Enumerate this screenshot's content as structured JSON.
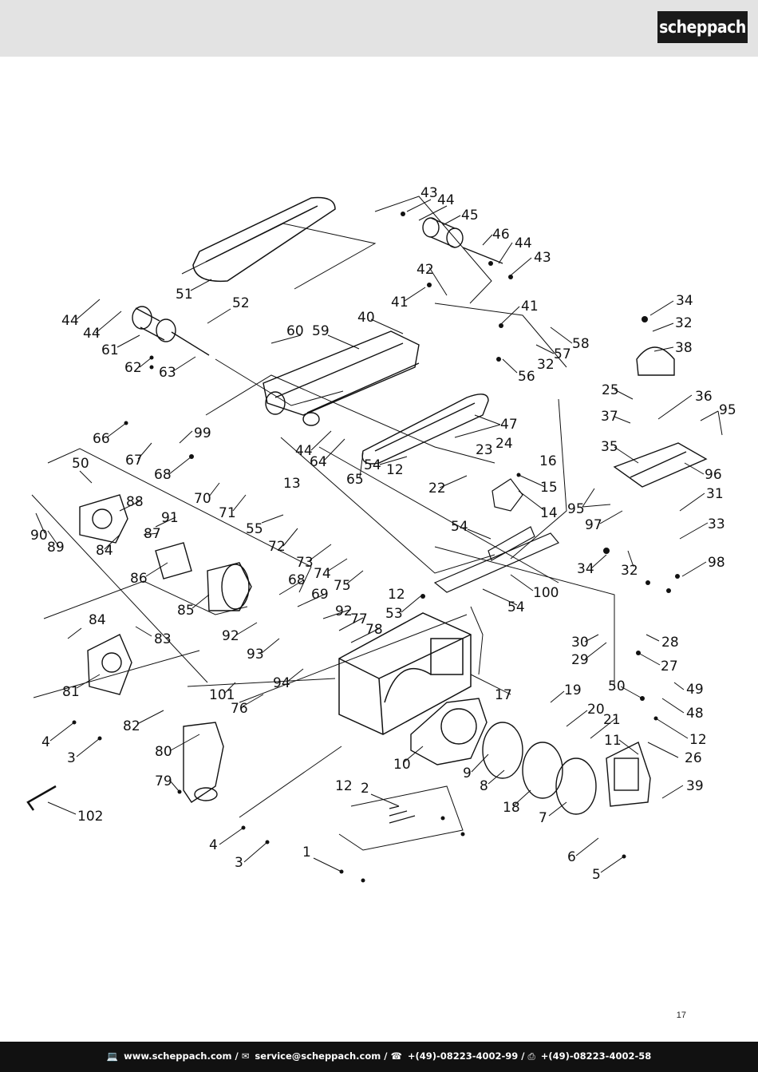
{
  "header": {
    "brand": "scheppach"
  },
  "diagram": {
    "callouts": [
      "1",
      "2",
      "3",
      "3",
      "4",
      "4",
      "5",
      "6",
      "7",
      "8",
      "9",
      "10",
      "11",
      "12",
      "12",
      "12",
      "12",
      "13",
      "14",
      "15",
      "16",
      "17",
      "18",
      "19",
      "20",
      "21",
      "22",
      "23",
      "24",
      "25",
      "26",
      "27",
      "28",
      "29",
      "30",
      "31",
      "32",
      "32",
      "32",
      "33",
      "34",
      "34",
      "35",
      "36",
      "37",
      "38",
      "39",
      "40",
      "41",
      "41",
      "42",
      "43",
      "43",
      "44",
      "44",
      "44",
      "44",
      "44",
      "45",
      "46",
      "47",
      "48",
      "49",
      "50",
      "50",
      "51",
      "52",
      "53",
      "54",
      "54",
      "54",
      "55",
      "56",
      "57",
      "58",
      "59",
      "60",
      "61",
      "62",
      "63",
      "64",
      "65",
      "66",
      "67",
      "68",
      "68",
      "69",
      "70",
      "71",
      "72",
      "73",
      "74",
      "75",
      "76",
      "77",
      "78",
      "79",
      "80",
      "81",
      "82",
      "83",
      "84",
      "84",
      "85",
      "86",
      "87",
      "88",
      "89",
      "90",
      "91",
      "92",
      "92",
      "93",
      "94",
      "95",
      "95",
      "96",
      "97",
      "98",
      "99",
      "100",
      "101",
      "102"
    ]
  },
  "page_number": "17",
  "footer": {
    "website": "www.scheppach.com /",
    "email": "service@scheppach.com /",
    "phone": "+(49)-08223-4002-99 /",
    "fax": "+(49)-08223-4002-58",
    "icons": [
      "computer-icon",
      "envelope-icon",
      "telephone-icon",
      "fax-icon"
    ]
  }
}
